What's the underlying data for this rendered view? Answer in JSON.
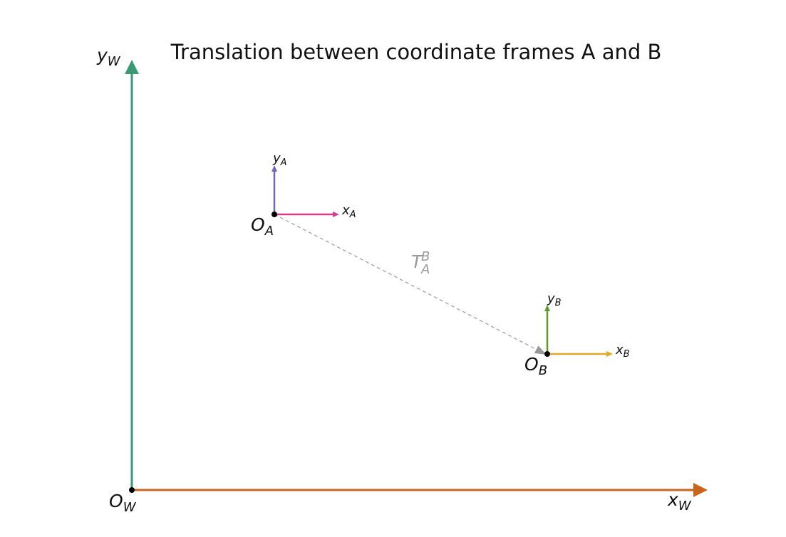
{
  "title": "Translation between coordinate frames A and B",
  "colors": {
    "world_x": "#c8641c",
    "world_y": "#3a9a74",
    "frame_a_x": "#d63d8a",
    "frame_a_y": "#7466b0",
    "frame_b_x": "#e0a826",
    "frame_b_y": "#64982a",
    "translation": "#999999",
    "origin": "#000000"
  },
  "world": {
    "origin_label": {
      "main": "O",
      "sub": "W"
    },
    "x_label": {
      "main": "x",
      "sub": "W"
    },
    "y_label": {
      "main": "y",
      "sub": "W"
    }
  },
  "frame_a": {
    "origin_label": {
      "main": "O",
      "sub": "A"
    },
    "x_label": {
      "main": "x",
      "sub": "A"
    },
    "y_label": {
      "main": "y",
      "sub": "A"
    }
  },
  "frame_b": {
    "origin_label": {
      "main": "O",
      "sub": "B"
    },
    "x_label": {
      "main": "x",
      "sub": "B"
    },
    "y_label": {
      "main": "y",
      "sub": "B"
    }
  },
  "translation": {
    "main": "T",
    "sub": "A",
    "sup": "B"
  }
}
